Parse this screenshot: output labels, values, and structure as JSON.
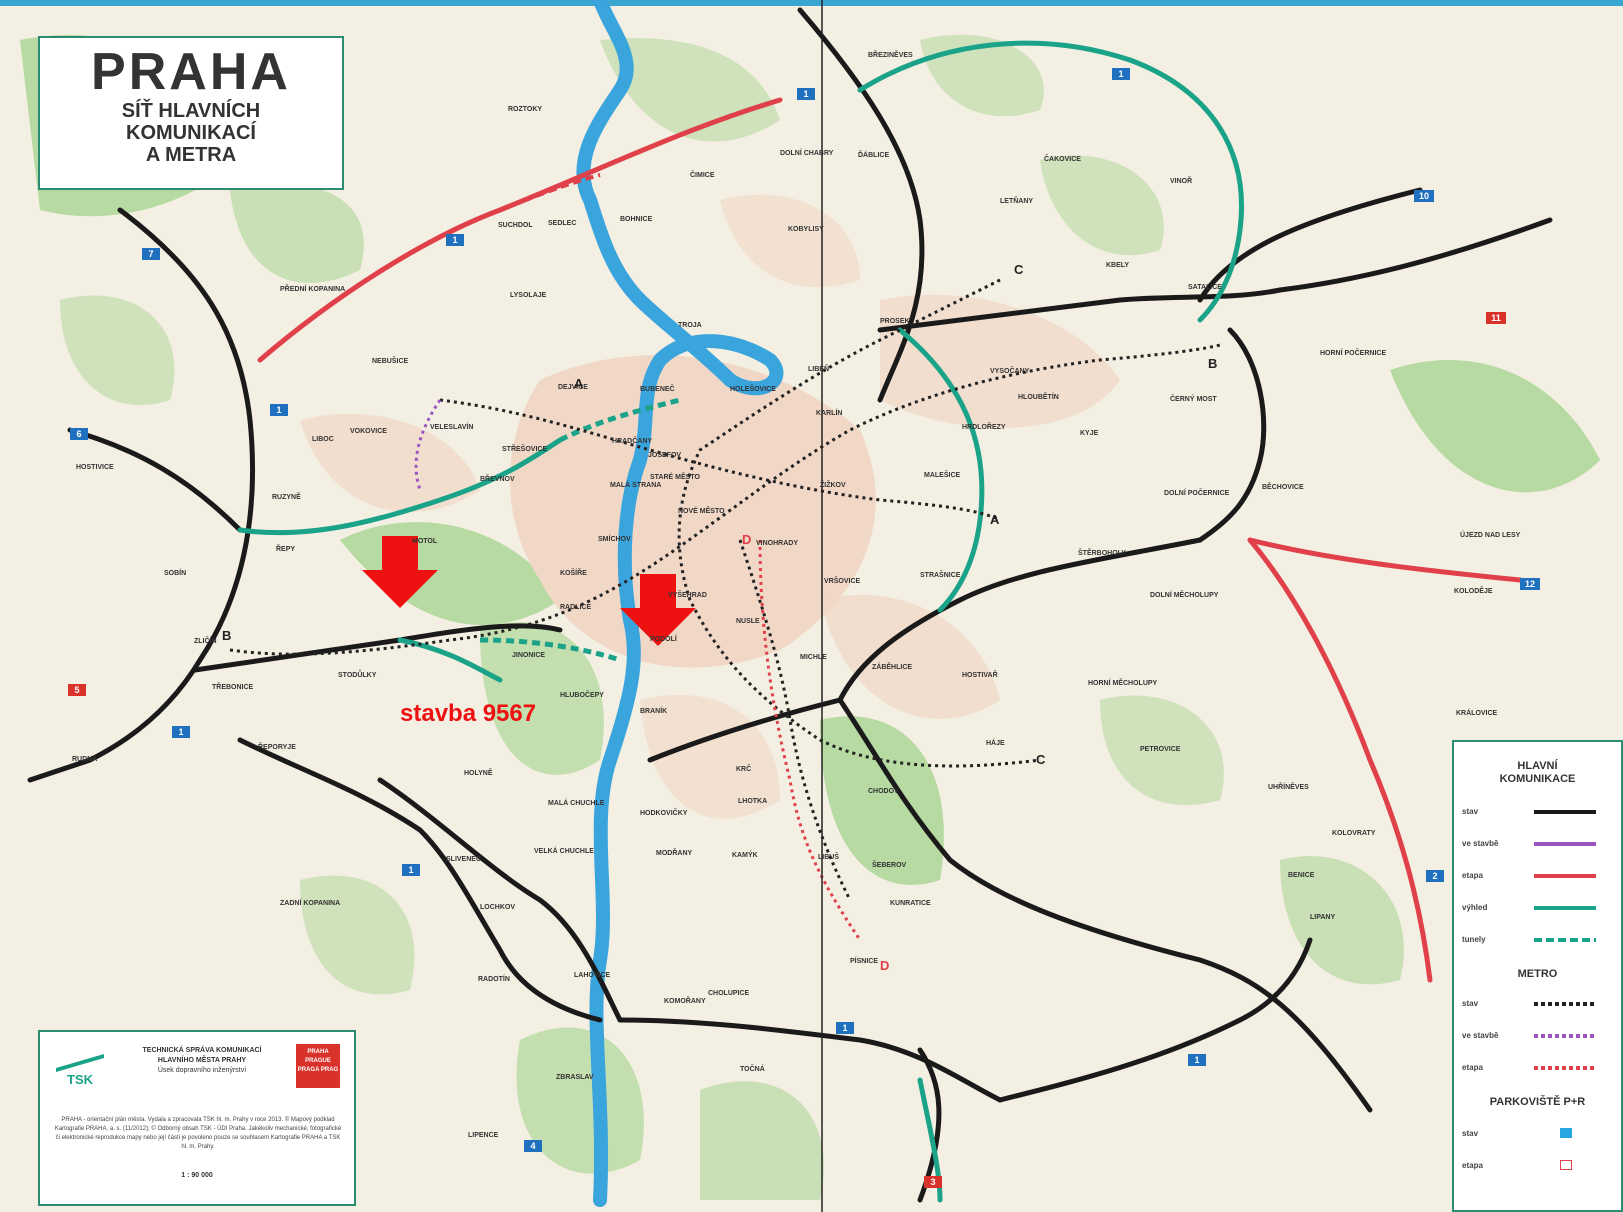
{
  "title": {
    "main": "PRAHA",
    "line1": "SÍŤ HLAVNÍCH",
    "line2": "KOMUNIKACÍ",
    "line3": "A METRA"
  },
  "annotation": "stavba 9567",
  "legend": {
    "heading1": "HLAVNÍ",
    "heading2": "KOMUNIKACE",
    "rows": [
      "stav",
      "ve stavbě",
      "etapa",
      "výhled",
      "tunely"
    ],
    "metro_heading": "METRO",
    "metro_rows": [
      "stav",
      "ve stavbě",
      "etapa"
    ],
    "parking_heading": "PARKOVIŠTĚ P+R",
    "parking_rows": [
      "stav",
      "etapa"
    ],
    "colors": {
      "stav": "#1a1a1a",
      "ve_stavbe": "#9a55c0",
      "etapa": "#e0404a",
      "vyhled": "#1aa389",
      "parking": "#29a6e0"
    }
  },
  "tsk": {
    "org1": "TECHNICKÁ SPRÁVA KOMUNIKACÍ",
    "org2": "HLAVNÍHO MĚSTA PRAHY",
    "org3": "Úsek dopravního inženýrství",
    "logo": "TSK",
    "praha_badge": "PRAHA PRAGUE PRAGA PRAG",
    "note": "PRAHA - orientační plán města. Vydala a zpracovala TSK hl. m. Prahy v roce 2013. © Mapový podklad Kartografie PRAHA, a. s. (11/2012); © Odborný obsah TSK - ÚDI Praha. Jakékoliv mechanické, fotografické či elektronické reprodukce mapy nebo její části je povoleno pouze se souhlasem Kartografie PRAHA a TSK hl. m. Prahy.",
    "scale": "1 : 90 000"
  },
  "places": [
    {
      "name": "ROZTOKY"
    },
    {
      "name": "SUCHDOL"
    },
    {
      "name": "BŘEZINĚVES"
    },
    {
      "name": "TROJA"
    },
    {
      "name": "KOBYLISY"
    },
    {
      "name": "DEJVICE"
    },
    {
      "name": "BUBENEČ"
    },
    {
      "name": "HOLEŠOVICE"
    },
    {
      "name": "LIBEŇ"
    },
    {
      "name": "PROSEK"
    },
    {
      "name": "VYSOČANY"
    },
    {
      "name": "HLOUBĚTÍN"
    },
    {
      "name": "ČERNÝ MOST"
    },
    {
      "name": "HORNÍ POČERNICE"
    },
    {
      "name": "KYJE"
    },
    {
      "name": "HRDLOŘEZY"
    },
    {
      "name": "VOKOVICE"
    },
    {
      "name": "VELESLAVÍN"
    },
    {
      "name": "STŘEŠOVICE"
    },
    {
      "name": "HRADČANY"
    },
    {
      "name": "JOSEFOV"
    },
    {
      "name": "STARÉ MĚSTO"
    },
    {
      "name": "MALÁ STRANA"
    },
    {
      "name": "NOVÉ MĚSTO"
    },
    {
      "name": "ŽIŽKOV"
    },
    {
      "name": "KARLÍN"
    },
    {
      "name": "MALEŠICE"
    },
    {
      "name": "VINOHRADY"
    },
    {
      "name": "STRAŠNICE"
    },
    {
      "name": "VRŠOVICE"
    },
    {
      "name": "SMÍCHOV"
    },
    {
      "name": "KOŠÍŘE"
    },
    {
      "name": "MOTOL"
    },
    {
      "name": "ŘEPY"
    },
    {
      "name": "RUZYNĚ"
    },
    {
      "name": "LIBOC"
    },
    {
      "name": "BŘEVNOV"
    },
    {
      "name": "HOSTIVICE"
    },
    {
      "name": "ZLIČÍN"
    },
    {
      "name": "SOBÍN"
    },
    {
      "name": "TŘEBONICE"
    },
    {
      "name": "STODŮLKY"
    },
    {
      "name": "JINONICE"
    },
    {
      "name": "RADLICE"
    },
    {
      "name": "PODOLÍ"
    },
    {
      "name": "NUSLE"
    },
    {
      "name": "VYŠEHRAD"
    },
    {
      "name": "MICHLE"
    },
    {
      "name": "HLUBOČEPY"
    },
    {
      "name": "BRANÍK"
    },
    {
      "name": "KRČ"
    },
    {
      "name": "LHOTKA"
    },
    {
      "name": "HODKOVIČKY"
    },
    {
      "name": "MODŘANY"
    },
    {
      "name": "KAMÝK"
    },
    {
      "name": "LIBUŠ"
    },
    {
      "name": "CHODOV"
    },
    {
      "name": "HÁJE"
    },
    {
      "name": "PETROVICE"
    },
    {
      "name": "HOSTIVAŘ"
    },
    {
      "name": "ZÁBĚHLICE"
    },
    {
      "name": "ŠTĚRBOHOLY"
    },
    {
      "name": "DOLNÍ MĚCHOLUPY"
    },
    {
      "name": "HORNÍ MĚCHOLUPY"
    },
    {
      "name": "UHŘÍNĚVES"
    },
    {
      "name": "KOLODĚJE"
    },
    {
      "name": "KRÁLOVICE"
    },
    {
      "name": "BĚCHOVICE"
    },
    {
      "name": "ÚJEZD NAD LESY"
    },
    {
      "name": "KOLOVRATY"
    },
    {
      "name": "BENICE"
    },
    {
      "name": "ŠEBEROV"
    },
    {
      "name": "KUNRATICE"
    },
    {
      "name": "PÍSNICE"
    },
    {
      "name": "LIPANY"
    },
    {
      "name": "CHOLUPICE"
    },
    {
      "name": "KOMOŘANY"
    },
    {
      "name": "ZBRASLAV"
    },
    {
      "name": "LIPENCE"
    },
    {
      "name": "TOČNÁ"
    },
    {
      "name": "LAHOVICE"
    },
    {
      "name": "RADOTÍN"
    },
    {
      "name": "LOCHKOV"
    },
    {
      "name": "SLIVENEC"
    },
    {
      "name": "HOLYNĚ"
    },
    {
      "name": "ŘEPORYJE"
    },
    {
      "name": "ZADNÍ KOPANINA"
    },
    {
      "name": "RUDNÁ"
    },
    {
      "name": "VELKÁ CHUCHLE"
    },
    {
      "name": "MALÁ CHUCHLE"
    },
    {
      "name": "DOLNÍ CHABRY"
    },
    {
      "name": "ĎÁBLICE"
    },
    {
      "name": "LETŇANY"
    },
    {
      "name": "ČAKOVICE"
    },
    {
      "name": "VINOŘ"
    },
    {
      "name": "KBELY"
    },
    {
      "name": "SATALICE"
    },
    {
      "name": "ČIMICE"
    },
    {
      "name": "BOHNICE"
    },
    {
      "name": "SEDLEC"
    },
    {
      "name": "LYSOLAJE"
    },
    {
      "name": "NEBUŠICE"
    },
    {
      "name": "PŘEDNÍ KOPANINA"
    },
    {
      "name": "DOLNÍ POČERNICE"
    }
  ],
  "metro_letters": [
    {
      "name": "A"
    },
    {
      "name": "A"
    },
    {
      "name": "B"
    },
    {
      "name": "B"
    },
    {
      "name": "C"
    },
    {
      "name": "C"
    },
    {
      "name": "D"
    },
    {
      "name": "D"
    }
  ],
  "road_badges": [
    "1",
    "1",
    "1",
    "1",
    "1",
    "1",
    "1",
    "1",
    "2",
    "3",
    "4",
    "5",
    "6",
    "7",
    "10",
    "11",
    "12"
  ]
}
